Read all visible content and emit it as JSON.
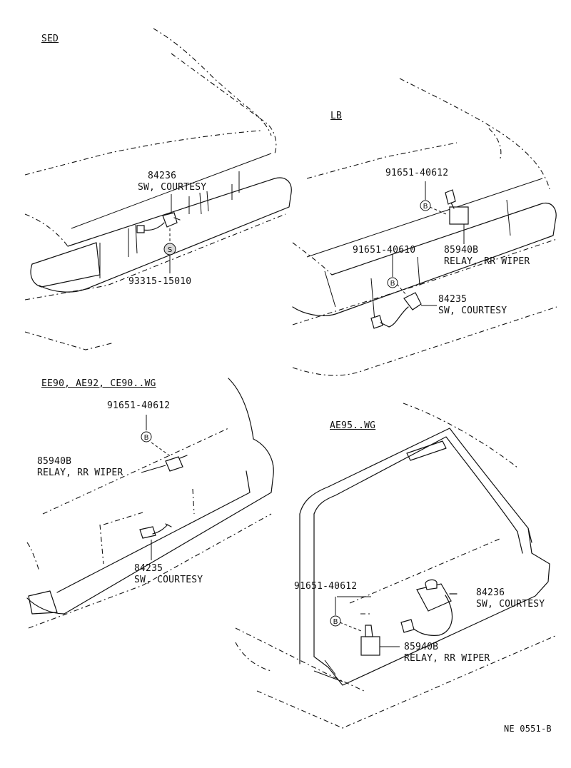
{
  "sections": {
    "sed": {
      "title": "SED",
      "callouts": [
        {
          "part_number": "84236",
          "description": "SW, COURTESY"
        },
        {
          "part_number": "93315-15010",
          "description": ""
        }
      ],
      "symbols": [
        "S"
      ]
    },
    "lb": {
      "title": "LB",
      "callouts": [
        {
          "part_number": "91651-40612",
          "description": ""
        },
        {
          "part_number": "91651-40610",
          "description": ""
        },
        {
          "part_number": "85940B",
          "description": "RELAY, RR WIPER"
        },
        {
          "part_number": "84235",
          "description": "SW, COURTESY"
        }
      ],
      "symbols": [
        "B",
        "B"
      ]
    },
    "wg1": {
      "title": "EE90, AE92, CE90..WG",
      "callouts": [
        {
          "part_number": "91651-40612",
          "description": ""
        },
        {
          "part_number": "85940B",
          "description": "RELAY, RR WIPER"
        },
        {
          "part_number": "84235",
          "description": "SW, COURTESY"
        }
      ],
      "symbols": [
        "B"
      ]
    },
    "wg2": {
      "title": "AE95..WG",
      "callouts": [
        {
          "part_number": "91651-40612",
          "description": ""
        },
        {
          "part_number": "84236",
          "description": "SW, COURTESY"
        },
        {
          "part_number": "85940B",
          "description": "RELAY, RR WIPER"
        }
      ],
      "symbols": [
        "B"
      ]
    }
  },
  "figure_code": "NE 0551-B"
}
